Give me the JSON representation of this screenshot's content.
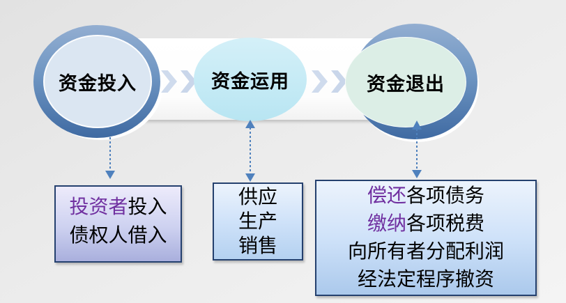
{
  "flow": {
    "stages": [
      {
        "label": "资金投入"
      },
      {
        "label": "资金运用"
      },
      {
        "label": "资金退出"
      }
    ]
  },
  "boxes": {
    "invest": {
      "lines": [
        {
          "highlight": "投资者",
          "rest": "投入"
        },
        {
          "highlight": "",
          "rest": "债权人借入"
        }
      ]
    },
    "operate": {
      "lines": [
        {
          "highlight": "",
          "rest": "供应"
        },
        {
          "highlight": "",
          "rest": "生产"
        },
        {
          "highlight": "",
          "rest": "销售"
        }
      ]
    },
    "exit": {
      "lines": [
        {
          "highlight": "偿还",
          "rest": "各项债务"
        },
        {
          "highlight": "缴纳",
          "rest": "各项税费"
        },
        {
          "highlight": "",
          "rest": "向所有者分配利润"
        },
        {
          "highlight": "",
          "rest": "经法定程序撤资"
        }
      ]
    }
  },
  "colors": {
    "highlight_purple": "#7030a0",
    "arrow_blue": "#4f81bd",
    "ring_blue": "#3f6aa2",
    "circle1_fill": "#dbe6f2",
    "circle2_fill": "#c8ecf6",
    "circle3_fill": "#dceee6",
    "box_border": "#24406e",
    "chevron": "#c3d2e8"
  }
}
